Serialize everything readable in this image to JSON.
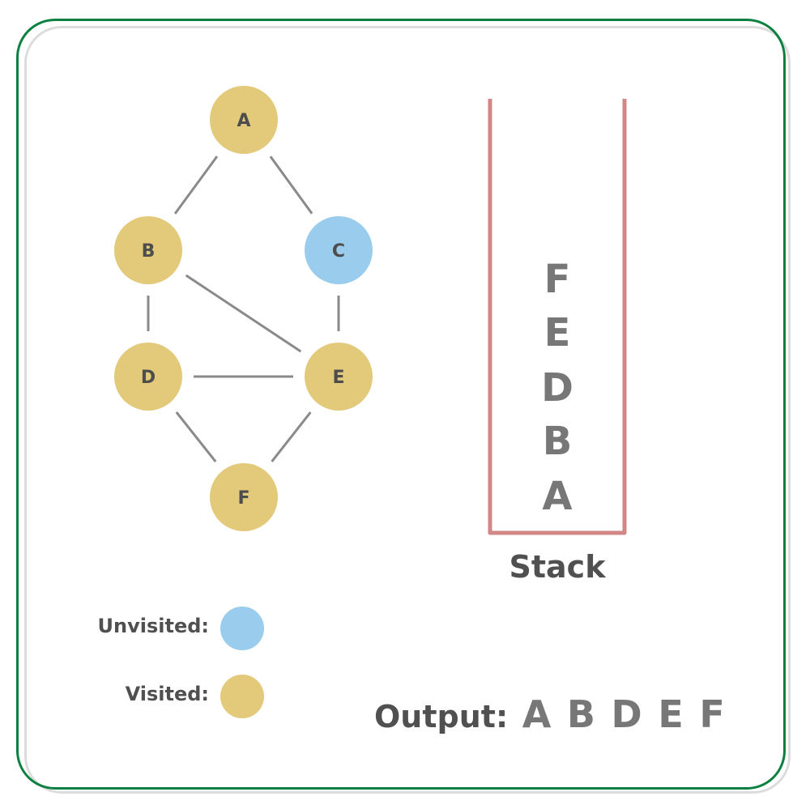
{
  "colors": {
    "visited": "#e3c97a",
    "unvisited": "#99cced",
    "edge": "#8a8a8a",
    "stack_border": "#d38686",
    "frame": "#0b8040"
  },
  "graph": {
    "nodes": [
      {
        "id": "A",
        "label": "A",
        "state": "visited"
      },
      {
        "id": "B",
        "label": "B",
        "state": "visited"
      },
      {
        "id": "C",
        "label": "C",
        "state": "unvisited"
      },
      {
        "id": "D",
        "label": "D",
        "state": "visited"
      },
      {
        "id": "E",
        "label": "E",
        "state": "visited"
      },
      {
        "id": "F",
        "label": "F",
        "state": "visited"
      }
    ],
    "edges": [
      [
        "A",
        "B"
      ],
      [
        "A",
        "C"
      ],
      [
        "B",
        "D"
      ],
      [
        "B",
        "E"
      ],
      [
        "C",
        "E"
      ],
      [
        "D",
        "E"
      ],
      [
        "D",
        "F"
      ],
      [
        "E",
        "F"
      ]
    ]
  },
  "stack": {
    "label": "Stack",
    "items_top_to_bottom": [
      "F",
      "E",
      "D",
      "B",
      "A"
    ]
  },
  "legend": {
    "unvisited_label": "Unvisited:",
    "visited_label": "Visited:"
  },
  "output": {
    "label": "Output:",
    "sequence": [
      "A",
      "B",
      "D",
      "E",
      "F"
    ]
  }
}
